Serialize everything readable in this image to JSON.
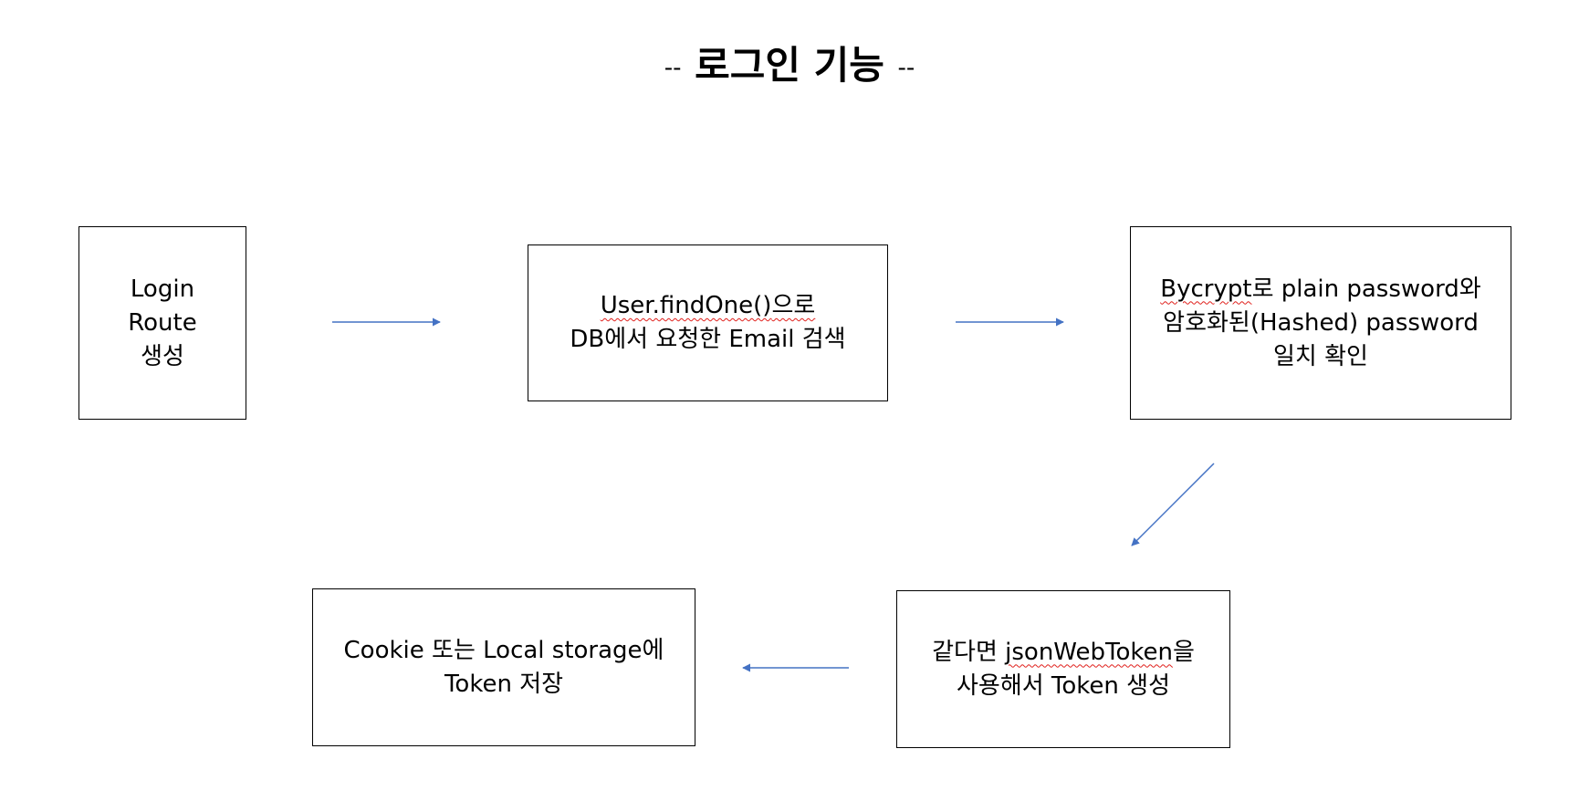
{
  "title": {
    "dash_left": "--",
    "text": "로그인 기능",
    "dash_right": "--"
  },
  "boxes": {
    "login_route": {
      "line1": "Login",
      "line2": "Route",
      "line3": "생성"
    },
    "find_email": {
      "line1_code": "User.findOne()",
      "line1_suffix": "으로",
      "line2": "DB에서 요청한 Email 검색"
    },
    "bcrypt_compare": {
      "line1_code": "Bycrypt",
      "line1_suffix": "로 plain password와",
      "line2": "암호화된(Hashed) password",
      "line3": "일치 확인"
    },
    "jwt_generate": {
      "line1_prefix": "같다면 ",
      "line1_code": "jsonWebToken",
      "line1_suffix": "을",
      "line2": "사용해서 Token 생성"
    },
    "token_store": {
      "line1": "Cookie 또는 Local storage에",
      "line2": "Token 저장"
    }
  },
  "colors": {
    "arrow": "#4472C4",
    "border": "#000000",
    "spellcheck": "#e0201c"
  }
}
